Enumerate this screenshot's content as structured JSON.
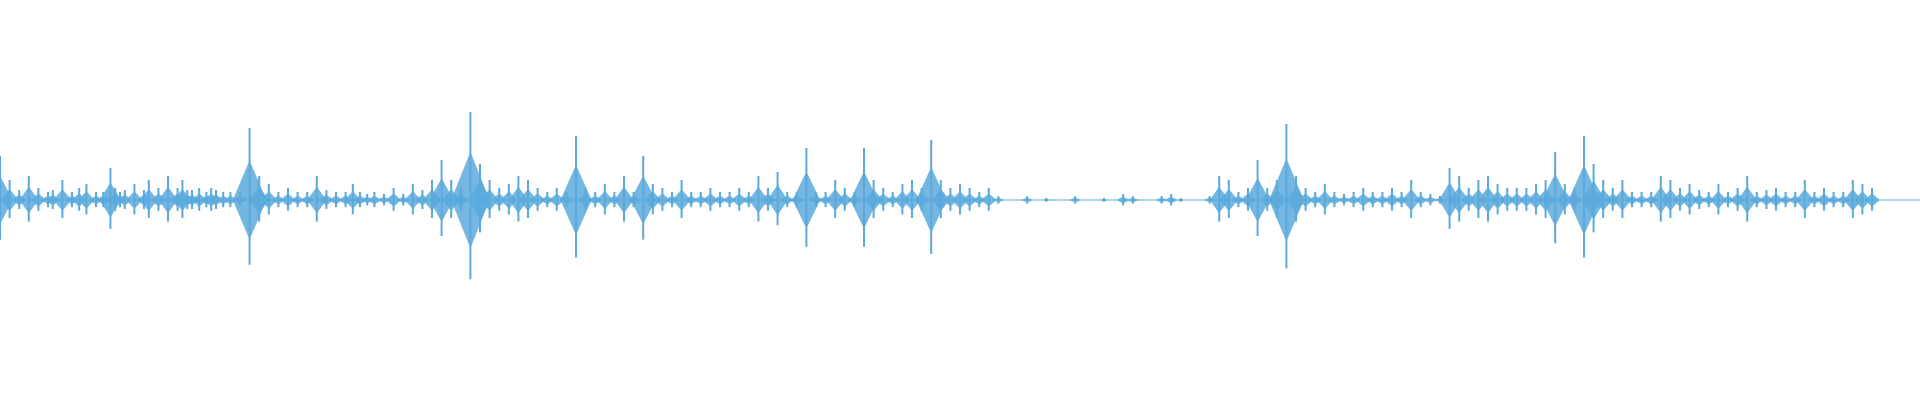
{
  "chart_data": {
    "type": "area",
    "kind": "audio-waveform",
    "color": "#5aa9dc",
    "x": [
      0.0,
      0.4,
      0.8,
      1.2,
      1.6,
      2.0,
      2.2,
      2.6,
      3.0,
      3.3,
      3.6,
      4.0,
      4.3,
      4.6,
      4.8,
      5.0,
      5.2,
      5.6,
      6.0,
      6.2,
      6.6,
      7.0,
      7.4,
      7.6,
      7.8,
      8.0,
      8.3,
      8.6,
      8.8,
      9.0,
      9.3,
      9.6,
      10.0,
      10.4,
      10.8,
      11.2,
      11.6,
      12.0,
      12.4,
      12.8,
      13.2,
      13.6,
      14.0,
      14.4,
      14.7,
      15.0,
      15.3,
      15.6,
      16.0,
      16.4,
      16.8,
      17.2,
      17.6,
      18.0,
      18.4,
      18.8,
      19.2,
      19.6,
      20.0,
      20.4,
      20.8,
      21.2,
      21.6,
      22.0,
      22.4,
      22.8,
      23.2,
      23.6,
      24.0,
      24.4,
      24.8,
      25.2,
      25.6,
      26.0,
      26.4,
      26.8,
      27.2,
      27.6,
      28.0,
      28.4,
      28.8,
      29.2,
      29.6,
      30.0,
      30.4,
      30.8,
      31.2,
      31.6,
      32.0,
      32.4,
      32.8,
      33.2,
      33.6,
      34.0,
      34.4,
      34.8,
      35.2,
      35.6,
      36.0,
      36.4,
      36.8,
      37.2,
      37.6,
      38.0,
      38.4,
      38.8,
      39.2,
      39.6,
      40.0,
      40.4,
      40.8,
      41.2,
      41.6,
      42.0,
      42.4,
      42.8,
      43.2,
      43.6,
      44.0,
      44.4,
      44.8,
      45.2,
      45.6,
      46.0,
      46.4,
      46.8,
      47.2,
      47.6,
      48.0,
      48.4,
      48.8,
      49.2,
      49.6,
      50.0,
      50.4,
      50.8,
      51.2,
      51.6,
      52.0,
      52.4,
      52.8,
      53.2,
      53.6,
      54.0,
      54.4,
      54.8,
      55.2,
      55.6,
      56.0,
      56.4,
      56.8,
      57.2,
      57.6,
      58.0,
      58.4,
      58.8,
      59.2,
      59.6,
      60.0,
      60.4,
      60.8,
      61.2,
      61.6,
      62.0,
      62.4,
      62.8,
      63.2,
      63.6,
      64.0,
      64.4,
      64.8,
      65.2,
      65.6,
      66.0,
      66.4,
      66.8,
      67.2,
      67.6,
      68.0,
      68.4,
      68.8,
      69.2,
      69.6,
      70.0,
      70.4,
      70.8,
      71.2,
      71.6,
      72.0,
      72.4,
      72.8,
      73.2,
      73.6,
      74.0,
      74.4,
      74.8,
      75.2,
      75.6,
      76.0,
      76.4,
      76.8,
      77.2,
      77.6,
      78.0,
      78.4,
      78.8,
      79.2,
      79.6,
      80.0
    ],
    "values": [
      0.22,
      0.1,
      0.05,
      0.12,
      0.06,
      0.04,
      0.05,
      0.1,
      0.04,
      0.06,
      0.08,
      0.04,
      0.04,
      0.16,
      0.06,
      0.04,
      0.05,
      0.08,
      0.05,
      0.1,
      0.06,
      0.12,
      0.06,
      0.1,
      0.05,
      0.05,
      0.06,
      0.04,
      0.06,
      0.05,
      0.04,
      0.04,
      0.04,
      0.36,
      0.12,
      0.08,
      0.04,
      0.06,
      0.04,
      0.04,
      0.12,
      0.05,
      0.04,
      0.04,
      0.08,
      0.04,
      0.03,
      0.04,
      0.03,
      0.06,
      0.03,
      0.08,
      0.05,
      0.1,
      0.2,
      0.1,
      0.06,
      0.44,
      0.18,
      0.1,
      0.06,
      0.08,
      0.12,
      0.1,
      0.06,
      0.04,
      0.06,
      0.04,
      0.32,
      0.06,
      0.04,
      0.08,
      0.04,
      0.12,
      0.04,
      0.22,
      0.08,
      0.06,
      0.04,
      0.1,
      0.04,
      0.04,
      0.06,
      0.04,
      0.04,
      0.06,
      0.04,
      0.12,
      0.06,
      0.14,
      0.04,
      0.04,
      0.26,
      0.04,
      0.04,
      0.1,
      0.06,
      0.04,
      0.26,
      0.1,
      0.06,
      0.04,
      0.08,
      0.1,
      0.06,
      0.3,
      0.1,
      0.06,
      0.08,
      0.06,
      0.04,
      0.06,
      0.02,
      0.0,
      0.0,
      0.02,
      0.0,
      0.01,
      0.0,
      0.0,
      0.02,
      0.0,
      0.0,
      0.01,
      0.0,
      0.03,
      0.02,
      0.0,
      0.0,
      0.02,
      0.03,
      0.01,
      0.0,
      0.0,
      0.02,
      0.12,
      0.1,
      0.04,
      0.06,
      0.2,
      0.06,
      0.1,
      0.38,
      0.12,
      0.06,
      0.04,
      0.08,
      0.04,
      0.03,
      0.04,
      0.06,
      0.04,
      0.04,
      0.06,
      0.04,
      0.1,
      0.04,
      0.03,
      0.02,
      0.16,
      0.12,
      0.06,
      0.1,
      0.12,
      0.08,
      0.06,
      0.06,
      0.06,
      0.08,
      0.1,
      0.24,
      0.08,
      0.06,
      0.32,
      0.18,
      0.1,
      0.06,
      0.1,
      0.04,
      0.04,
      0.04,
      0.12,
      0.1,
      0.06,
      0.08,
      0.05,
      0.04,
      0.08,
      0.04,
      0.06,
      0.12,
      0.04,
      0.05,
      0.06,
      0.04,
      0.04,
      0.1,
      0.04,
      0.06,
      0.04,
      0.04,
      0.1,
      0.08,
      0.06
    ],
    "xlim": [
      0,
      80
    ],
    "ylim": [
      -1,
      1
    ],
    "grid": false,
    "axes_visible": false,
    "title": "",
    "xlabel": "",
    "ylabel": ""
  }
}
